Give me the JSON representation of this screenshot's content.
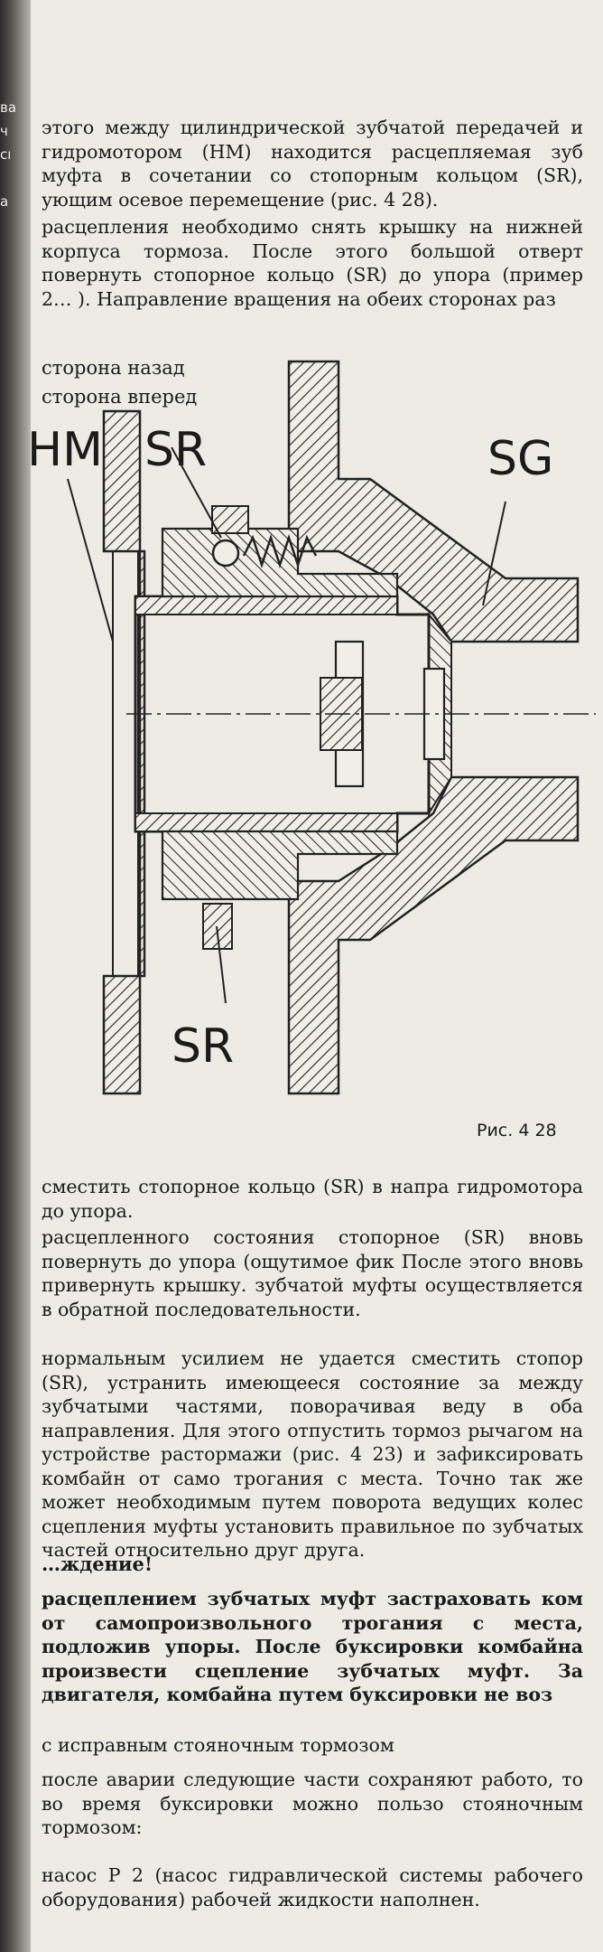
{
  "left_bleed": [
    "ва",
    "ч",
    "сı",
    "",
    "а"
  ],
  "paragraphs_top": [
    "этого между цилиндрической зубчатой передачей и гидромотором (HM) находится расцепляемая зуб муфта в сочетании со стопорным кольцом (SR), ующим осевое перемещение (рис. 4 28).",
    "расцепления необходимо снять крышку на нижней корпуса тормоза. После этого большой отверт повернуть стопорное кольцо (SR) до упора (пример 2… ). Направление вращения на обеих сторонах раз"
  ],
  "legend": [
    "сторона назад",
    "сторона вперед"
  ],
  "figure": {
    "labels": {
      "hm": "HM",
      "sr_top": "SR",
      "sr_bottom": "SR",
      "sg": "SG"
    },
    "caption": "Рис. 4 28"
  },
  "paragraphs_bottom": [
    "сместить стопорное кольцо (SR) в напра гидромотора до упора.",
    "расцепленного состояния стопорное (SR) вновь повернуть до упора (ощутимое фик После этого вновь привернуть крышку. зубчатой муфты осуществляется в обратной последовательности.",
    "нормальным усилием не удается сместить стопор (SR), устранить имеющееся состояние за между зубчатыми частями, поворачивая веду в оба направления. Для этого отпустить тормоз рычагом на устройстве растормажи (рис. 4 23) и зафиксировать комбайн от само трогания с места. Точно так же может необходимым путем поворота ведущих колес сцепления муфты установить правильное по зубчатых частей относительно друг друга."
  ],
  "warning_heading": "…ждение!",
  "warning_text": "расцеплением зубчатых муфт застраховать ком от самопроизвольного трогания с места, подложив упоры. После буксировки комбайна произвести сцепление зубчатых муфт. За двигателя, комбайна путем буксировки не воз",
  "paragraphs_end": [
    "с исправным стояночным тормозом",
    "после аварии следующие части сохраняют работо, то во время буксировки можно пользо стояночным тормозом:",
    "насос P 2 (насос гидравлической системы рабочего оборудования) рабочей жидкости наполнен."
  ]
}
